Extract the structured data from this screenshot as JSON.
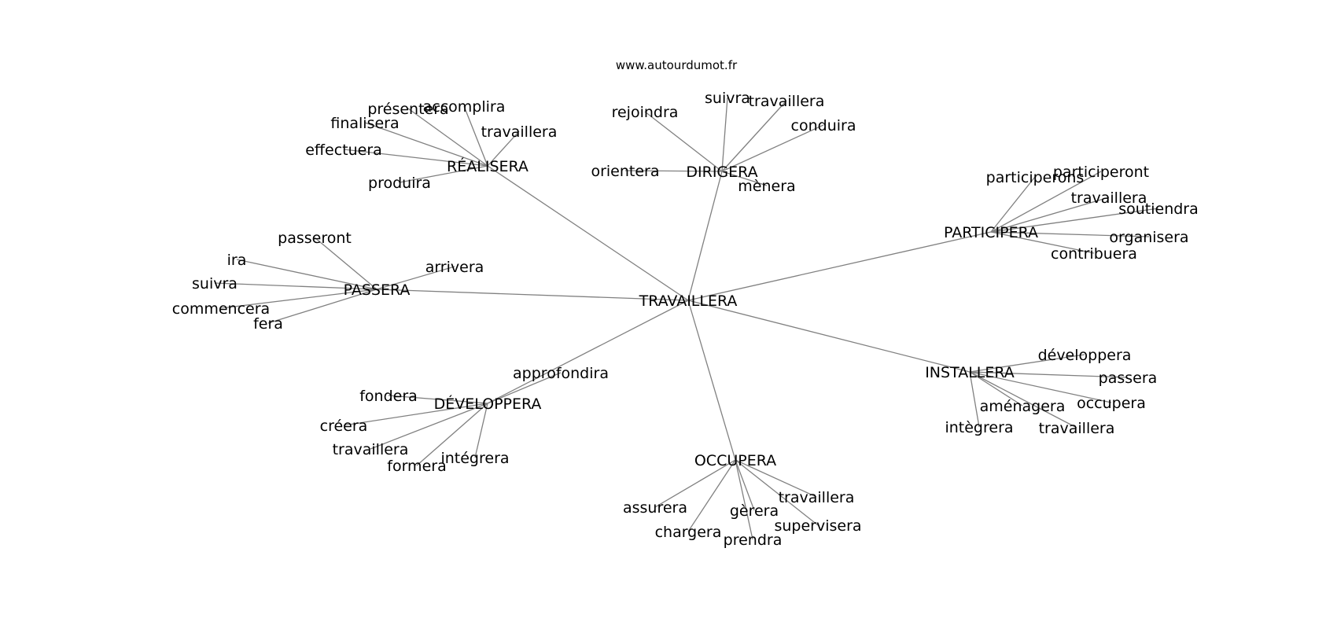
{
  "watermark": "www.autourdumot.fr",
  "edge_color": "#808080",
  "text_color": "#000000",
  "root": "TRAVAILLERA",
  "clusters": [
    {
      "name": "RÉALISERA",
      "leaves": [
        "accomplira",
        "présentera",
        "finalisera",
        "travaillera",
        "effectuera",
        "produira"
      ]
    },
    {
      "name": "DIRIGERA",
      "leaves": [
        "suivra",
        "travaillera",
        "rejoindra",
        "conduira",
        "orientera",
        "mènera"
      ]
    },
    {
      "name": "PARTICIPERA",
      "leaves": [
        "participeront",
        "participerons",
        "travaillera",
        "soutiendra",
        "organisera",
        "contribuera"
      ]
    },
    {
      "name": "PASSERA",
      "leaves": [
        "passeront",
        "ira",
        "arrivera",
        "suivra",
        "commencera",
        "fera"
      ]
    },
    {
      "name": "DÉVELOPPERA",
      "leaves": [
        "approfondira",
        "fondera",
        "créera",
        "travaillera",
        "intégrera",
        "formera"
      ]
    },
    {
      "name": "INSTALLERA",
      "leaves": [
        "développera",
        "passera",
        "aménagera",
        "occupera",
        "intègrera",
        "travaillera"
      ]
    },
    {
      "name": "OCCUPERA",
      "leaves": [
        "travaillera",
        "assurera",
        "gèrera",
        "supervisera",
        "chargera",
        "prendra"
      ]
    }
  ]
}
